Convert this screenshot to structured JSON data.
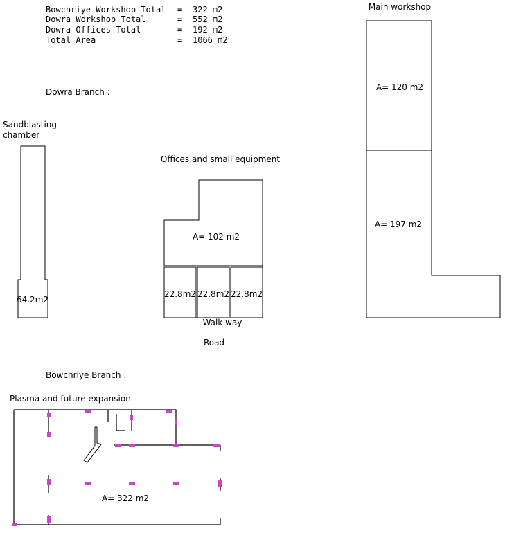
{
  "summary": [
    {
      "label": "Bowchriye Workshop Total",
      "eq": "=",
      "value": "322  m2"
    },
    {
      "label": "Dowra Workshop Total",
      "eq": "=",
      "value": "552  m2"
    },
    {
      "label": "Dowra Offices Total",
      "eq": "=",
      "value": "192  m2"
    },
    {
      "label": "Total Area",
      "eq": "=",
      "value": "1066 m2"
    }
  ],
  "dowra": {
    "heading": "Dowra Branch :",
    "sandblasting": {
      "title_line1": "Sandblasting",
      "title_line2": "chamber",
      "area": "64.2m2"
    },
    "offices": {
      "title": "Offices and small equipment",
      "main_area": "A= 102 m2",
      "small_rooms": [
        "22.8m2",
        "22.8m2",
        "22.8m2"
      ],
      "walkway": "Walk way",
      "road": "Road"
    },
    "main_workshop": {
      "title": "Main workshop",
      "upper_area": "A= 120 m2",
      "lower_area": "A= 197 m2"
    }
  },
  "bowchriye": {
    "heading": "Bowchriye Branch :",
    "title": "Plasma and future expansion",
    "area": "A= 322 m2"
  },
  "colors": {
    "lines": "#000000",
    "columns": "#cc44cc",
    "background": "#ffffff"
  }
}
